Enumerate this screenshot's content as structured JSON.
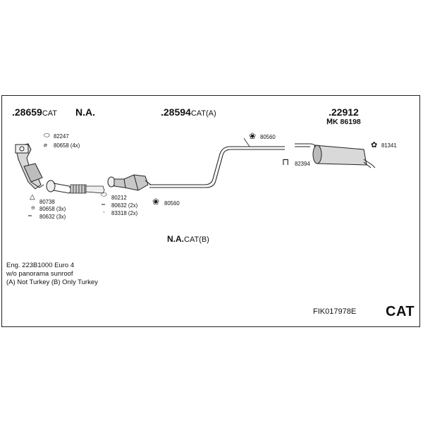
{
  "header_labels": {
    "front_pipe_number": ".28659",
    "front_pipe_suffix": "CAT",
    "na_label_1": "N.A.",
    "middle_number": ".28594",
    "middle_suffix": "CAT(A)",
    "rear_number": ".22912",
    "rear_kit": "ⅯK 86198"
  },
  "parts": {
    "p82247": "82247",
    "p80658_4x": "80658 (4x)",
    "p80560_top": "80560",
    "p81341": "81341",
    "p82394": "82394",
    "p80738": "80738",
    "p80658_3x": "80658 (3x)",
    "p80632_3x": "80632 (3x)",
    "p80212": "80212",
    "p80632_2x": "80632 (2x)",
    "p83318_2x": "83318 (2x)",
    "p80560_bottom": "80560"
  },
  "na_cat_b": {
    "main": "N.A.",
    "suffix": "CAT(B)"
  },
  "notes": {
    "line1": "Eng. 223B1000   Euro 4",
    "line2": "w/o panorama sunroof",
    "line3": "(A) Not Turkey (B) Only Turkey"
  },
  "footer": {
    "reference": "FIK017978E",
    "category": "CAT"
  },
  "icons": [
    "gasket-icon",
    "bolt-icon",
    "nut-icon",
    "rubber-mount-icon",
    "clamp-icon",
    "manifold-icon",
    "catalytic-converter-icon",
    "flex-pipe-icon",
    "pipe-icon",
    "muffler-icon"
  ]
}
